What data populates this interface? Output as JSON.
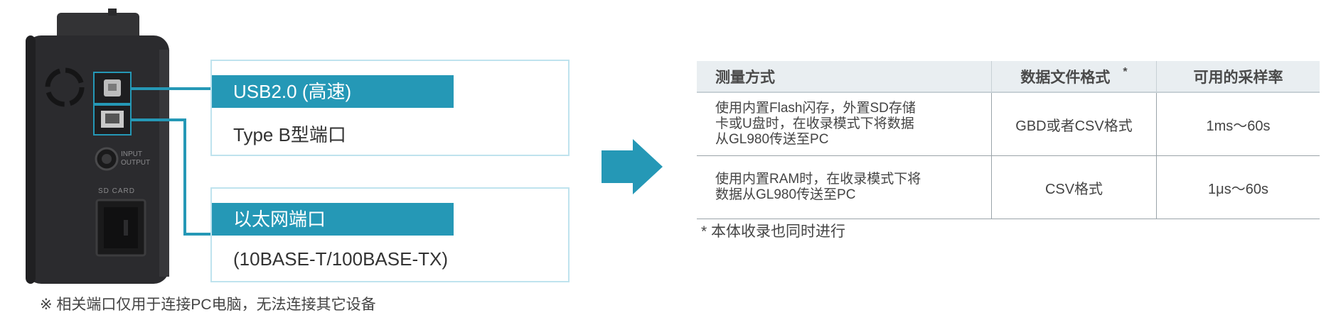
{
  "device": {
    "port_labels": [
      "INPUT",
      "OUTPUT",
      "SD CARD"
    ]
  },
  "callouts": {
    "usb": {
      "title": "USB2.0 (高速)",
      "body": "Type B型端口"
    },
    "ethernet": {
      "title": "以太网端口",
      "body": "(10BASE-T/100BASE-TX)"
    }
  },
  "device_note": "※ 相关端口仅用于连接PC电脑，无法连接其它设备",
  "table": {
    "headers": [
      "测量方式",
      "数据文件格式",
      "可用的采样率"
    ],
    "header_mark": "*",
    "rows": [
      {
        "method": [
          "使用内置Flash闪存，外置SD存储",
          "卡或U盘时，在收录模式下将数据",
          "从GL980传送至PC"
        ],
        "format": "GBD或者CSV格式",
        "rate": "1ms～60s"
      },
      {
        "method": [
          "使用内置RAM时，在收录模式下将",
          "数据从GL980传送至PC"
        ],
        "format": "CSV格式",
        "rate": "1μs～60s"
      }
    ]
  },
  "table_note": "* 本体收录也同时进行",
  "colors": {
    "accent": "#2598b6",
    "callout_border": "#bfe3ee",
    "table_header_bg": "#e9eef1",
    "device_body": "#2b2b2e"
  }
}
